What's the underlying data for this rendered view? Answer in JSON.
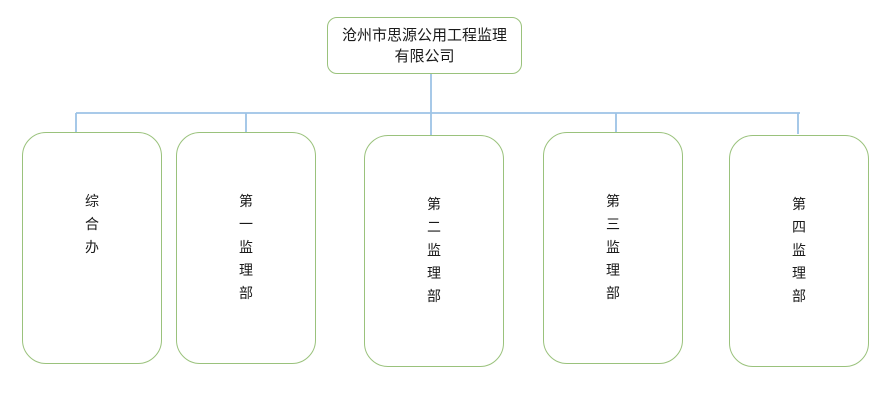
{
  "org_chart": {
    "title_node": {
      "label": "沧州市思源公用工程监理有限公司",
      "label_lines": [
        "沧州市思源公用工程监理",
        "有限公司"
      ]
    },
    "department_nodes": [
      {
        "label": "综合办"
      },
      {
        "label": "第一监理部"
      },
      {
        "label": "第二监理部"
      },
      {
        "label": "第三监理部"
      },
      {
        "label": "第四监理部"
      }
    ],
    "colors": {
      "node_border": "#9ac27c",
      "connector": "#9dc3e6",
      "text": "#1a1a1a"
    }
  }
}
